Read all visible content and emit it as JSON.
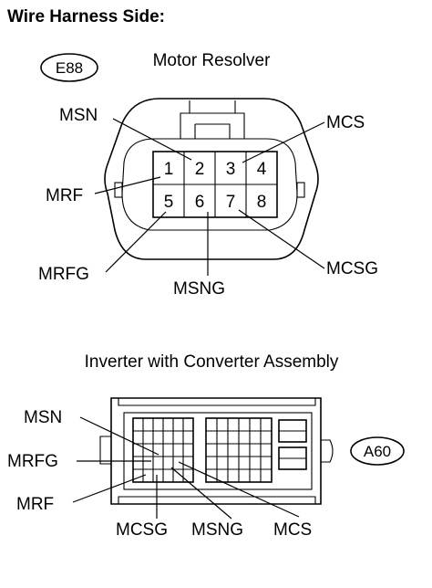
{
  "heading": "Wire Harness Side:",
  "connector_top": {
    "code": "E88",
    "title": "Motor Resolver",
    "pins": [
      "1",
      "2",
      "3",
      "4",
      "5",
      "6",
      "7",
      "8"
    ],
    "labels": {
      "msn": "MSN",
      "mcs": "MCS",
      "mrf": "MRF",
      "mrfg": "MRFG",
      "msng": "MSNG",
      "mcsg": "MCSG"
    }
  },
  "connector_bottom": {
    "code": "A60",
    "title": "Inverter with Converter Assembly",
    "labels": {
      "msn": "MSN",
      "mrfg": "MRFG",
      "mrf": "MRF",
      "mcsg": "MCSG",
      "msng": "MSNG",
      "mcs": "MCS"
    }
  }
}
